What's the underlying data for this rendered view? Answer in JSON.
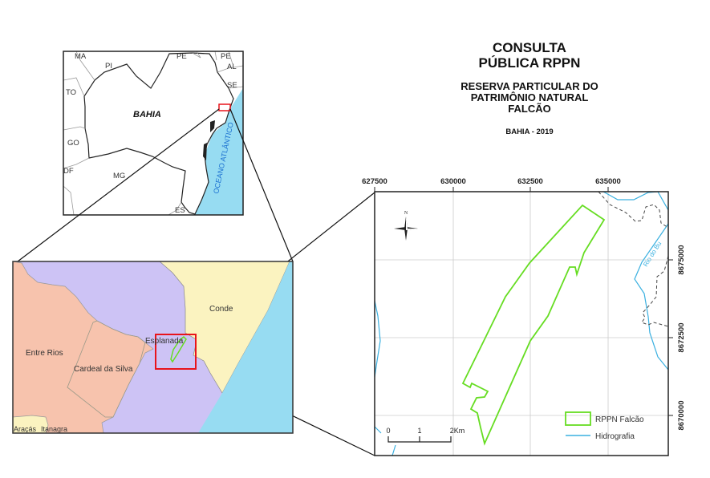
{
  "title": {
    "line1": "CONSULTA",
    "line2": "PÚBLICA RPPN",
    "subtitle1": "RESERVA PARTICULAR DO",
    "subtitle2": "PATRIMÔNIO NATURAL",
    "subtitle3": "FALCÃO",
    "place_year": "BAHIA - 2019"
  },
  "locator_map": {
    "state": "BAHIA",
    "neighbors": [
      "MA",
      "PI",
      "PE",
      "PE",
      "AL",
      "SE",
      "TO",
      "GO",
      "DF",
      "MG",
      "ES"
    ],
    "ocean": "OCEANO ATLÂNTICO"
  },
  "municipal_map": {
    "municipalities": [
      "Entre Rios",
      "Cardeal da Silva",
      "Esplanada",
      "Conde",
      "Araçás",
      "Itanagra"
    ]
  },
  "main_map": {
    "x_ticks": [
      "627500",
      "630000",
      "632500",
      "635000"
    ],
    "y_ticks": [
      "8675000",
      "8672500",
      "8670000"
    ],
    "north_label": "N",
    "river_label": "Rio do Bu",
    "scale_labels": [
      "0",
      "1",
      "2Km"
    ],
    "legend": [
      {
        "label": "RPPN Falcão",
        "color": "#66dd22"
      },
      {
        "label": "Hidrografia",
        "color": "#3ab0e0"
      }
    ]
  },
  "colors": {
    "ocean": "#97dcf2",
    "esplanada": "#cdc3f5",
    "entre_rios": "#f7c3ad",
    "conde": "#fbf3c0",
    "highlight": "#e8141c"
  }
}
